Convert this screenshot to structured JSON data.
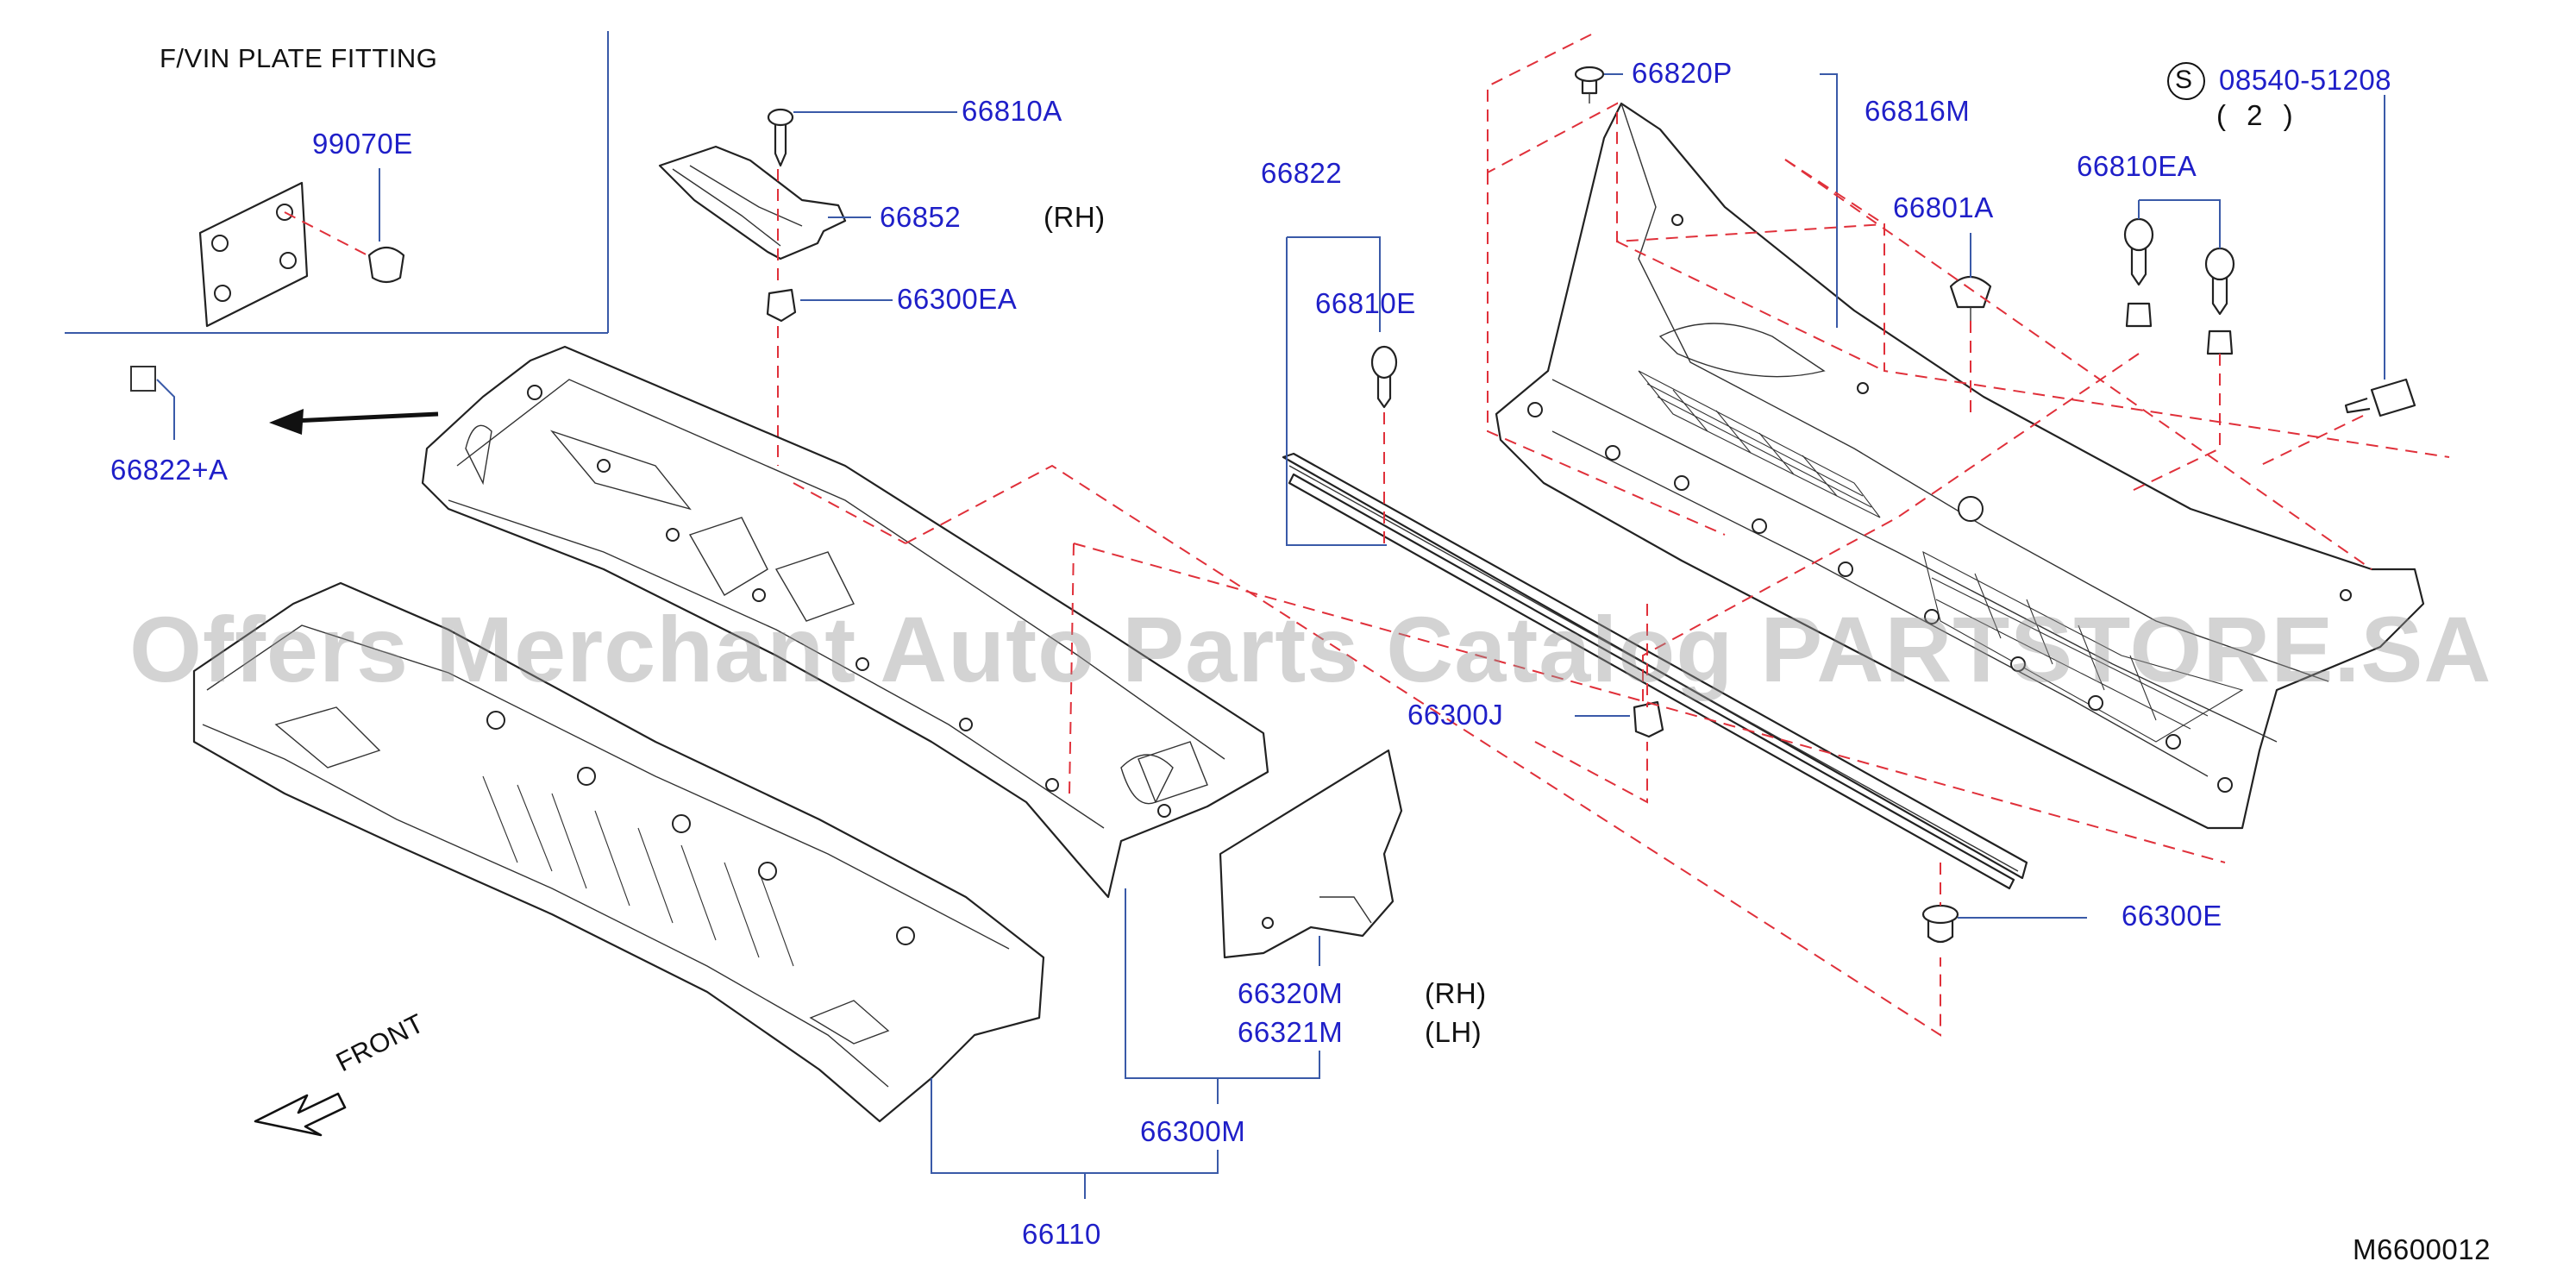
{
  "title": "F/VIN  PLATE  FITTING",
  "labels": {
    "p99070e": "99070E",
    "p66822a": "66822+A",
    "p66810a": "66810A",
    "p66852": "66852",
    "rh1": "(RH)",
    "p66300ea": "66300EA",
    "p66822": "66822",
    "p66810e": "66810E",
    "p66820p": "66820P",
    "p66816m": "66816M",
    "s_mark": "S",
    "p08540": "08540-51208",
    "qty2": "( 2 )",
    "p66810ea": "66810EA",
    "p66801a": "66801A",
    "p66300j": "66300J",
    "p66300e": "66300E",
    "p66320m": "66320M",
    "rh2": "(RH)",
    "p66321m": "66321M",
    "lh": "(LH)",
    "p66300m": "66300M",
    "p66110": "66110",
    "front": "FRONT",
    "code": "M6600012"
  },
  "watermark": "Offers Merchant Auto Parts Catalog PARTSTORE.SA",
  "colors": {
    "label": "#1f1fc8",
    "leader": "#3a5aa8",
    "dashed": "#e0303a",
    "line": "#222222"
  }
}
